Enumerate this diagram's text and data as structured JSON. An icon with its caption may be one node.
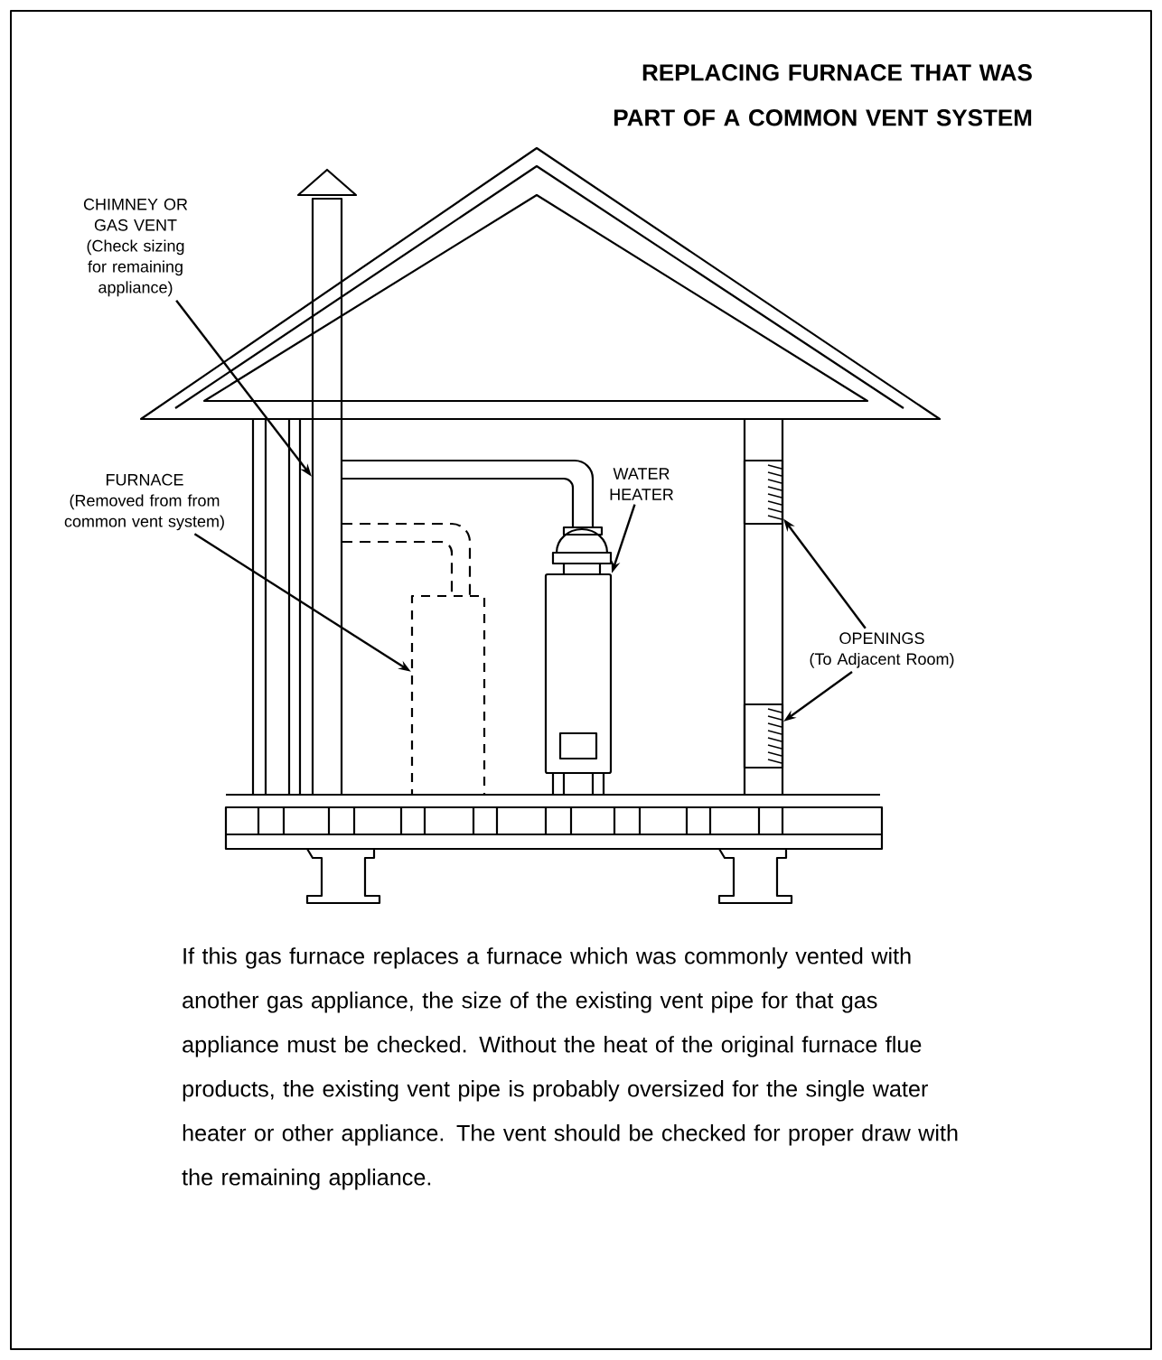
{
  "diagram": {
    "title": "REPLACING FURNACE THAT WAS PART OF A COMMON VENT SYSTEM",
    "caption": "If this gas furnace replaces a furnace which was commonly vented with another gas appliance, the size of the existing vent pipe for that gas appliance must be checked. Without the heat of the original furnace flue products, the existing vent pipe is probably oversized for the single water heater or other appliance. The vent should be checked for proper draw with the remaining appliance.",
    "nodes": [
      {
        "text": [
          "CHIMNEY OR GAS VENT",
          "(Check sizing for remaining appliance)"
        ]
      },
      {
        "text": [],
        "shape": "bar"
      },
      {
        "text": [
          "FURNACE",
          "(Removed from from common vent system)"
        ]
      },
      {
        "text": [],
        "shape": "box"
      },
      {
        "text": [
          "WATER HEATER"
        ]
      },
      {
        "text": [],
        "shape": "cylinder"
      },
      {
        "text": [
          "OPENINGS",
          "(To Adjacent Room)"
        ]
      },
      {
        "text": [],
        "shape": "box"
      },
      {
        "text": [],
        "shape": "box"
      }
    ],
    "edges": [
      {
        "from": 0,
        "to": 1,
        "arrow": "to"
      },
      {
        "from": 2,
        "to": 3,
        "arrow": "to"
      },
      {
        "from": 4,
        "to": 5,
        "arrow": "to"
      },
      {
        "from": 6,
        "to": 7,
        "arrow": "to"
      },
      {
        "from": 6,
        "to": 8,
        "arrow": "to"
      }
    ]
  }
}
